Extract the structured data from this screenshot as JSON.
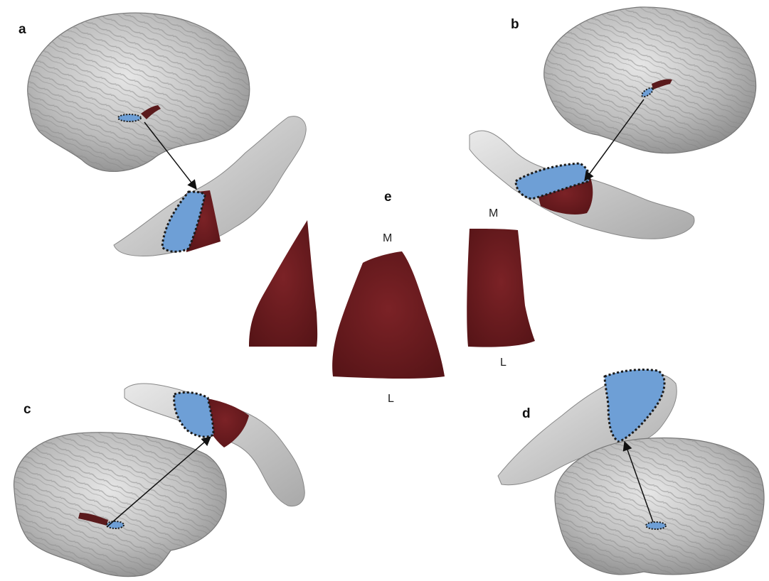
{
  "figure": {
    "panels": [
      {
        "letter": "a"
      },
      {
        "letter": "b"
      },
      {
        "letter": "c"
      },
      {
        "letter": "d"
      },
      {
        "letter": "e"
      }
    ],
    "orientation_labels": {
      "left_piece": {},
      "center_piece": {
        "top": "M",
        "bottom": "L"
      },
      "right_piece": {
        "top": "M",
        "bottom": "L"
      }
    }
  },
  "colors": {
    "brain_surface": "#b9b9b9",
    "brain_shade": "#8e8e8e",
    "region_red": "#6e1b1f",
    "region_blue": "#6e9fd6",
    "outline_dotted": "#1a1a1a",
    "arrow": "#111111"
  }
}
